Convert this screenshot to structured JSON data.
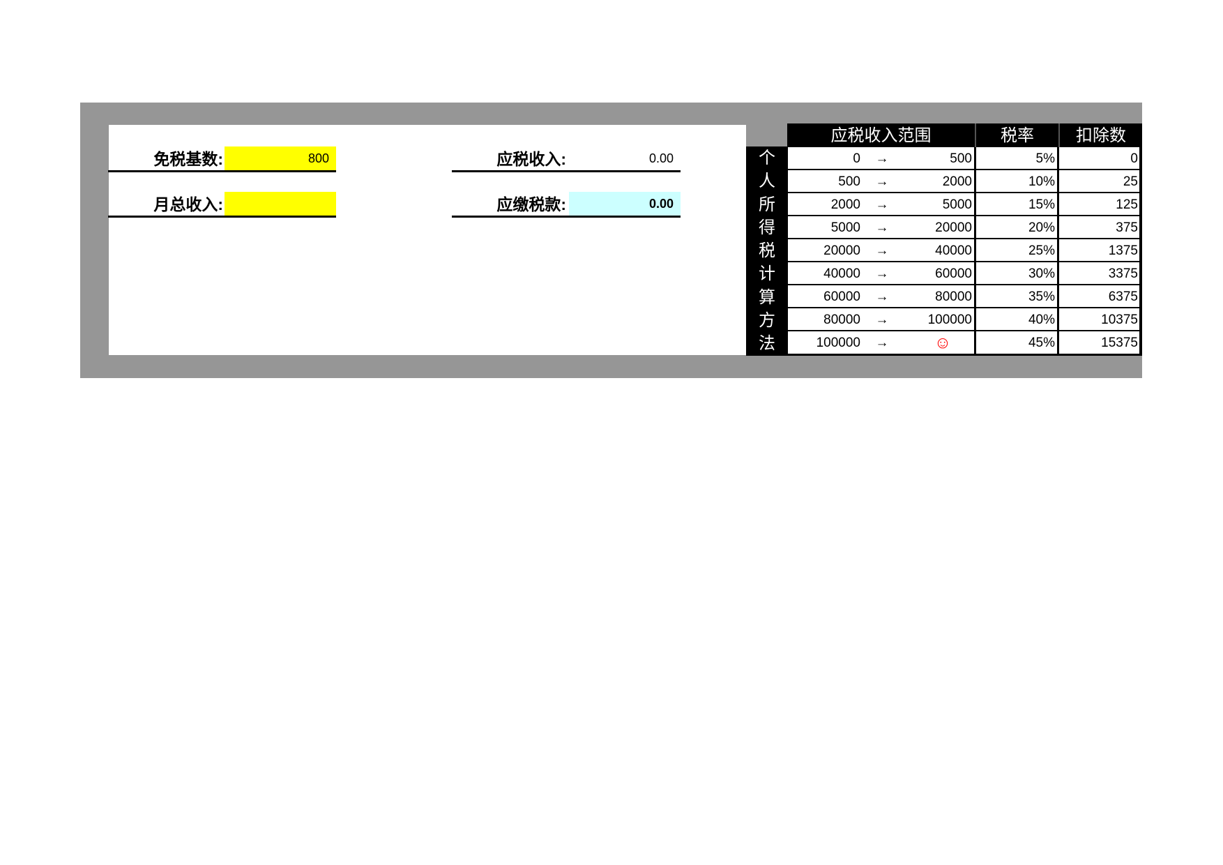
{
  "form": {
    "tax_free_base": {
      "label": "免税基数:",
      "value": "800",
      "color": "#ffff00"
    },
    "monthly_income": {
      "label": "月总收入:",
      "value": "",
      "color": "#ffff00"
    },
    "taxable_income": {
      "label": "应税收入:",
      "value": "0.00"
    },
    "tax_payable": {
      "label": "应缴税款:",
      "value": "0.00",
      "color": "#ccffff"
    }
  },
  "table": {
    "side_title": [
      "个",
      "人",
      "所",
      "得",
      "税",
      "计",
      "算",
      "方",
      "法"
    ],
    "headers": {
      "range": "应税收入范围",
      "rate": "税率",
      "deduction": "扣除数"
    },
    "arrow": "→",
    "rows": [
      {
        "from": "0",
        "to": "500",
        "rate": "5%",
        "deduction": "0"
      },
      {
        "from": "500",
        "to": "2000",
        "rate": "10%",
        "deduction": "25"
      },
      {
        "from": "2000",
        "to": "5000",
        "rate": "15%",
        "deduction": "125"
      },
      {
        "from": "5000",
        "to": "20000",
        "rate": "20%",
        "deduction": "375"
      },
      {
        "from": "20000",
        "to": "40000",
        "rate": "25%",
        "deduction": "1375"
      },
      {
        "from": "40000",
        "to": "60000",
        "rate": "30%",
        "deduction": "3375"
      },
      {
        "from": "60000",
        "to": "80000",
        "rate": "35%",
        "deduction": "6375"
      },
      {
        "from": "80000",
        "to": "100000",
        "rate": "40%",
        "deduction": "10375"
      },
      {
        "from": "100000",
        "to": "☺",
        "rate": "45%",
        "deduction": "15375"
      }
    ]
  }
}
